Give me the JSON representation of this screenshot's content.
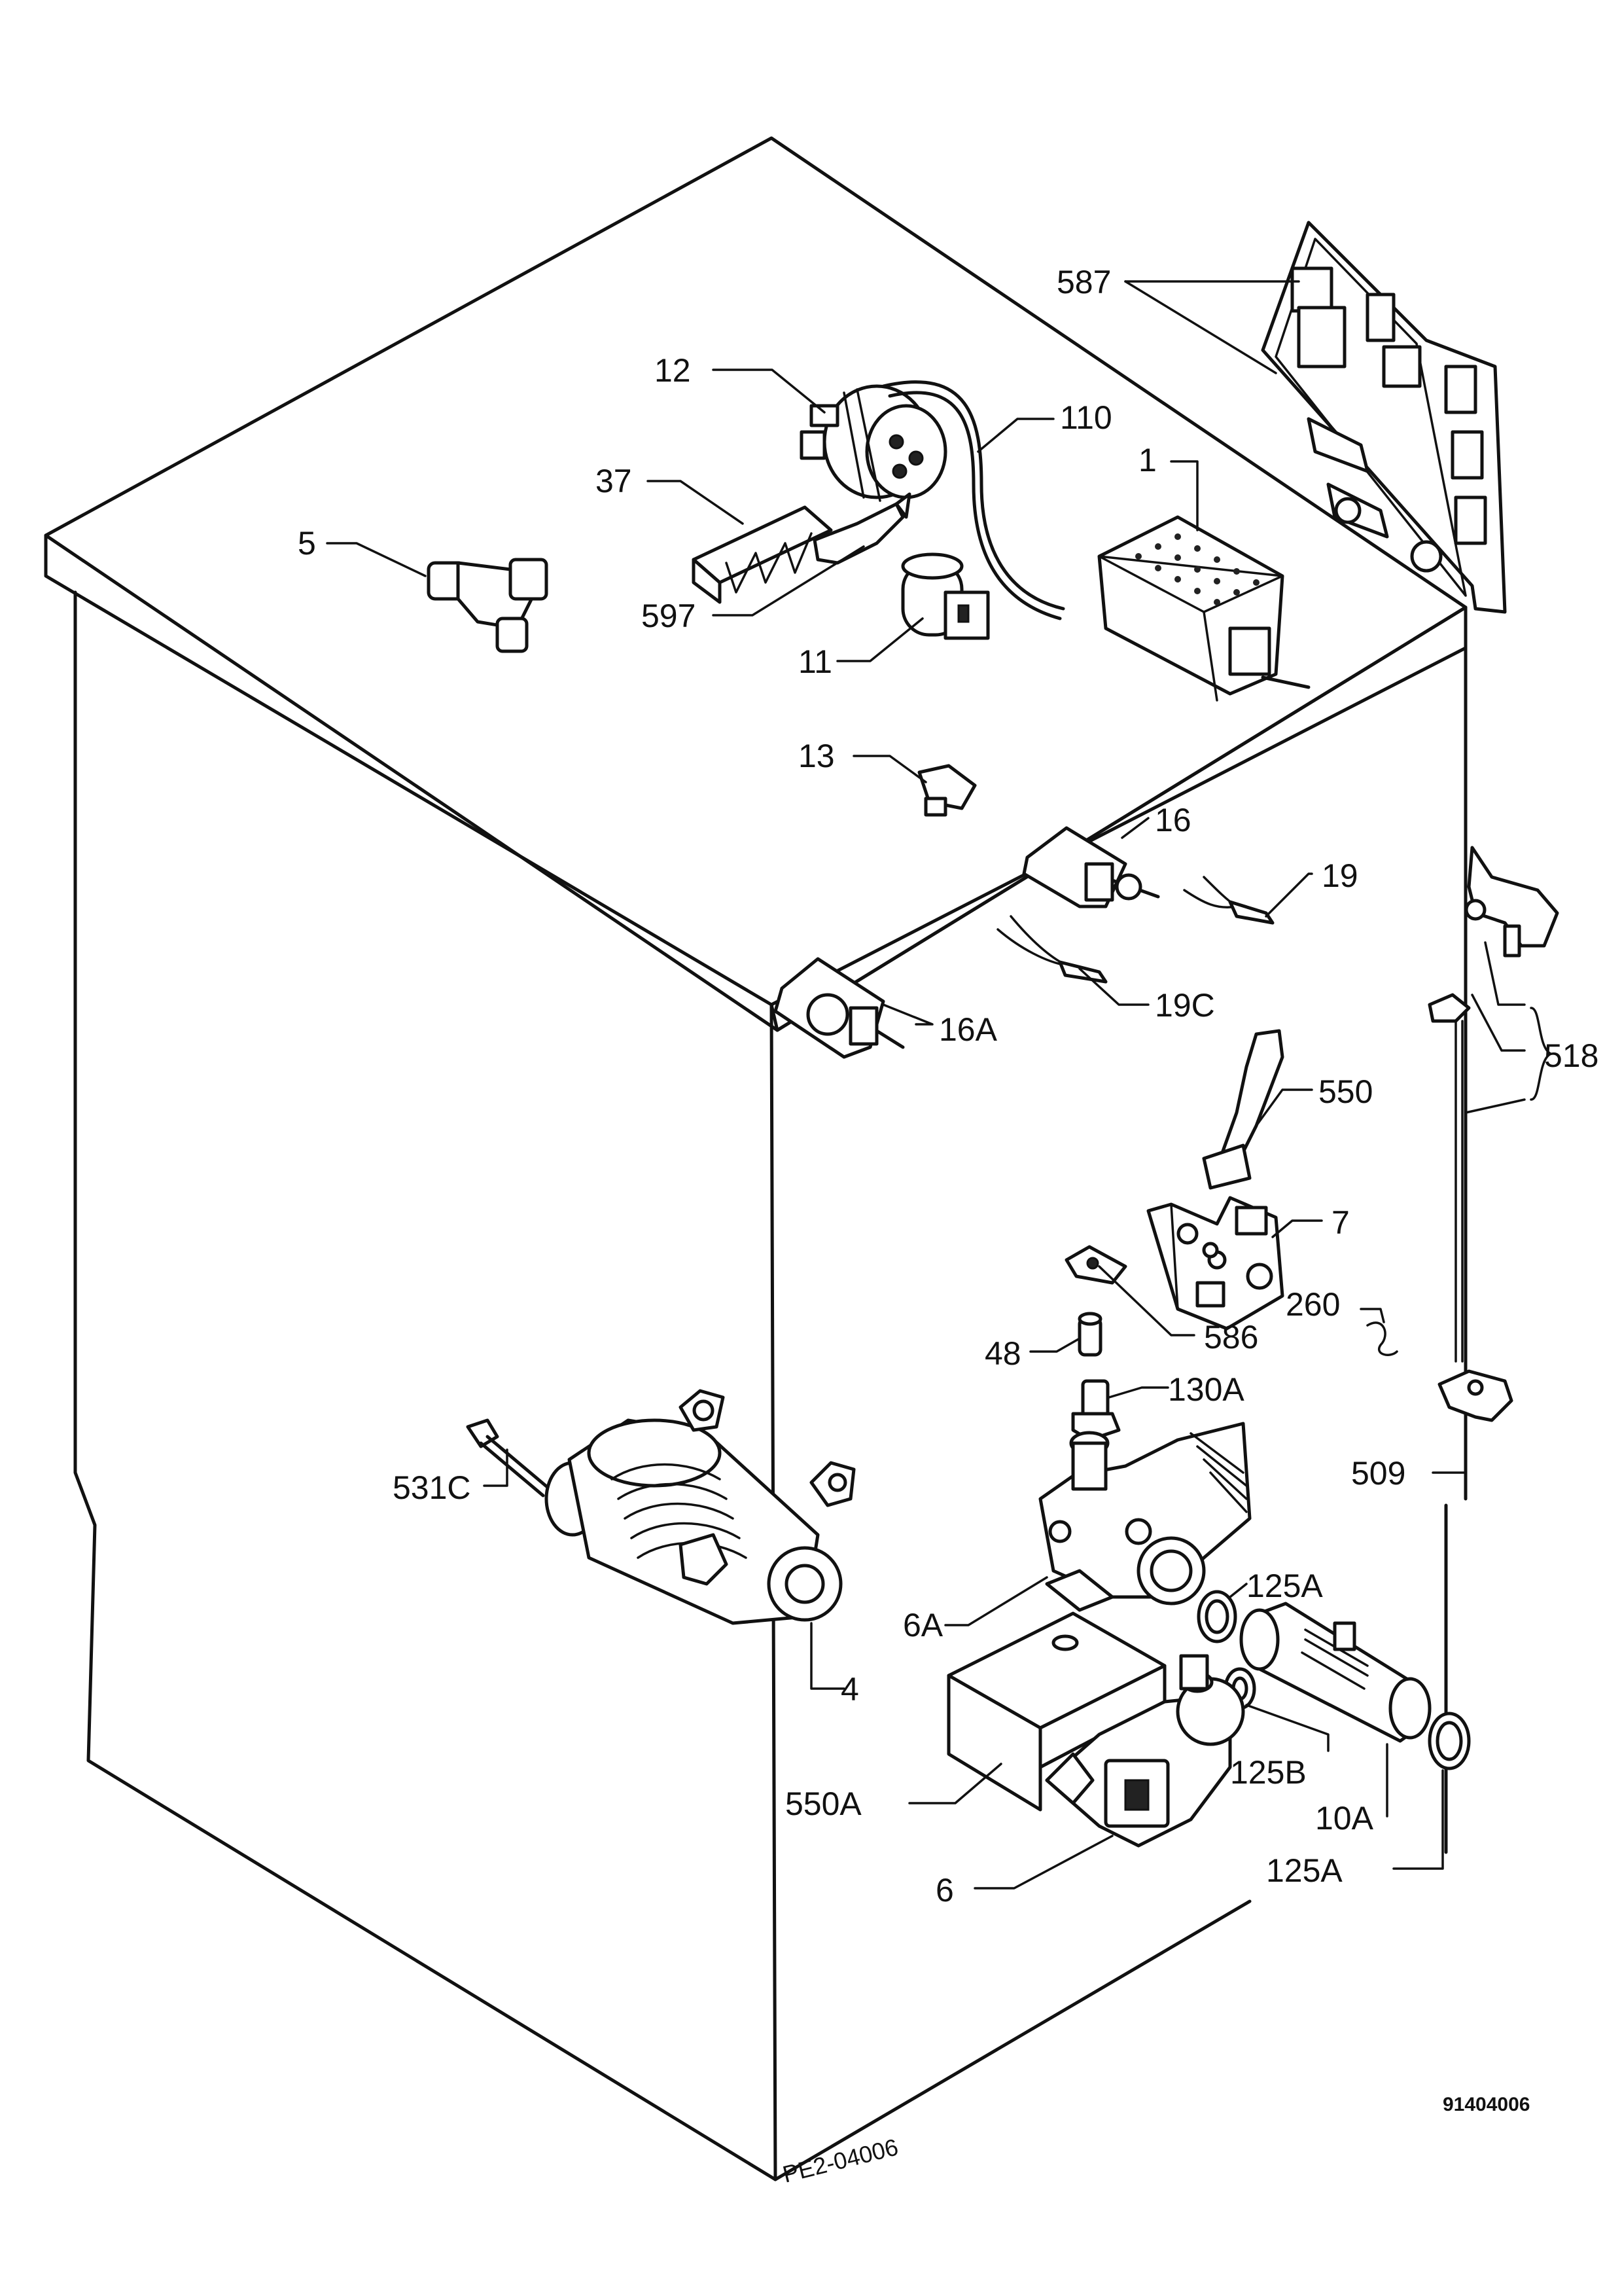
{
  "diagram_code": "91404006",
  "handwritten_code": "PE2-04006",
  "labels": {
    "p587": "587",
    "p12": "12",
    "p110": "110",
    "p1": "1",
    "p37": "37",
    "p5": "5",
    "p597": "597",
    "p11": "11",
    "p13": "13",
    "p16": "16",
    "p19": "19",
    "p19c": "19C",
    "p16a": "16A",
    "p518": "518",
    "p550": "550",
    "p7": "7",
    "p260": "260",
    "p586": "586",
    "p48": "48",
    "p130a": "130A",
    "p509": "509",
    "p531c": "531C",
    "p125a_top": "125A",
    "p6a": "6A",
    "p4": "4",
    "p125b": "125B",
    "p550a": "550A",
    "p10a": "10A",
    "p125a_bottom": "125A",
    "p6": "6"
  }
}
